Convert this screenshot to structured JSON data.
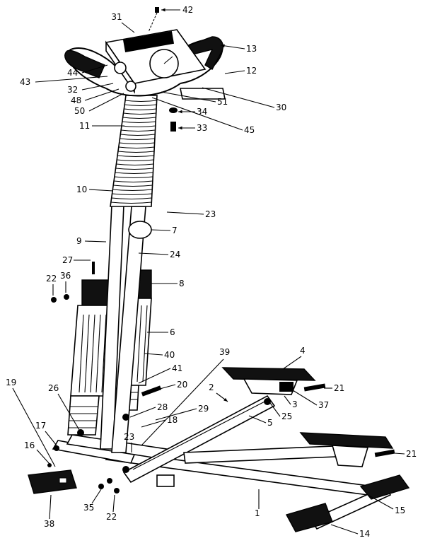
{
  "callouts": [
    {
      "id": "c42",
      "text": "42"
    },
    {
      "id": "c31",
      "text": "31"
    },
    {
      "id": "c13",
      "text": "13"
    },
    {
      "id": "c12",
      "text": "12"
    },
    {
      "id": "c44",
      "text": "44"
    },
    {
      "id": "c43",
      "text": "43"
    },
    {
      "id": "c32",
      "text": "32"
    },
    {
      "id": "c48",
      "text": "48"
    },
    {
      "id": "c50",
      "text": "50"
    },
    {
      "id": "c51",
      "text": "51"
    },
    {
      "id": "c30",
      "text": "30"
    },
    {
      "id": "c34",
      "text": "34"
    },
    {
      "id": "c45",
      "text": "45"
    },
    {
      "id": "c33",
      "text": "33"
    },
    {
      "id": "c11",
      "text": "11"
    },
    {
      "id": "c10",
      "text": "10"
    },
    {
      "id": "c23a",
      "text": "23"
    },
    {
      "id": "c7",
      "text": "7"
    },
    {
      "id": "c9",
      "text": "9"
    },
    {
      "id": "c24",
      "text": "24"
    },
    {
      "id": "c27",
      "text": "27"
    },
    {
      "id": "c22a",
      "text": "22"
    },
    {
      "id": "c36",
      "text": "36"
    },
    {
      "id": "c8",
      "text": "8"
    },
    {
      "id": "c6",
      "text": "6"
    },
    {
      "id": "c40",
      "text": "40"
    },
    {
      "id": "c39",
      "text": "39"
    },
    {
      "id": "c4",
      "text": "4"
    },
    {
      "id": "c41",
      "text": "41"
    },
    {
      "id": "c2",
      "text": "2"
    },
    {
      "id": "c20",
      "text": "20"
    },
    {
      "id": "c21a",
      "text": "21"
    },
    {
      "id": "c19",
      "text": "19"
    },
    {
      "id": "c26a",
      "text": "26"
    },
    {
      "id": "c3",
      "text": "3"
    },
    {
      "id": "c37",
      "text": "37"
    },
    {
      "id": "c28",
      "text": "28"
    },
    {
      "id": "c29",
      "text": "29"
    },
    {
      "id": "c25",
      "text": "25"
    },
    {
      "id": "c5",
      "text": "5"
    },
    {
      "id": "c18",
      "text": "18"
    },
    {
      "id": "c17",
      "text": "17"
    },
    {
      "id": "c23b",
      "text": "23"
    },
    {
      "id": "c16",
      "text": "16"
    },
    {
      "id": "c21b",
      "text": "21"
    },
    {
      "id": "c35",
      "text": "35"
    },
    {
      "id": "c1",
      "text": "1"
    },
    {
      "id": "c15",
      "text": "15"
    },
    {
      "id": "c22b",
      "text": "22"
    },
    {
      "id": "c38",
      "text": "38"
    },
    {
      "id": "c14",
      "text": "14"
    }
  ]
}
